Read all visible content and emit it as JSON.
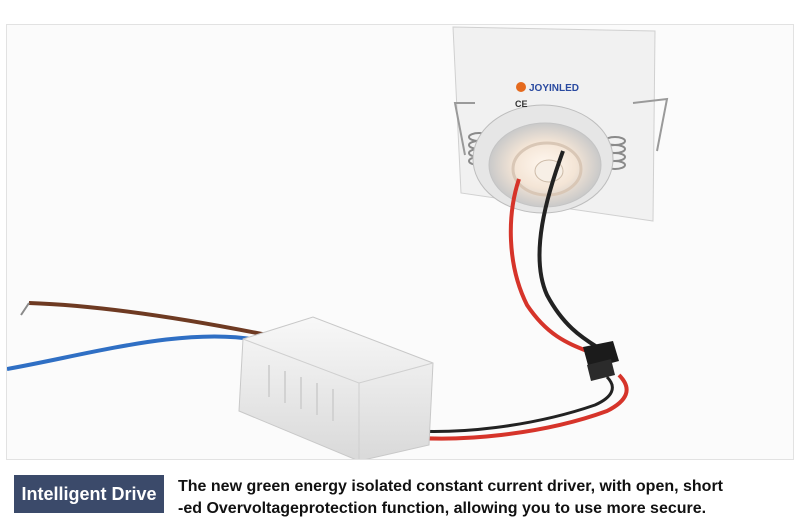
{
  "photo": {
    "brand_logo": "JOYINLED",
    "certification_mark": "CE",
    "colors": {
      "plate": "#f1f1f1",
      "wire_red": "#d6342a",
      "wire_black": "#222222",
      "wire_blue": "#2f6fc4",
      "wire_brown": "#6e3a22",
      "driver_body": "#eeeeee"
    }
  },
  "caption": {
    "badge": "Intelligent Drive",
    "line1": "The new green energy isolated constant current driver, with open, short",
    "line2": "-ed Overvoltageprotection function, allowing you to use more secure.",
    "badge_color": "#3b4a6a"
  }
}
